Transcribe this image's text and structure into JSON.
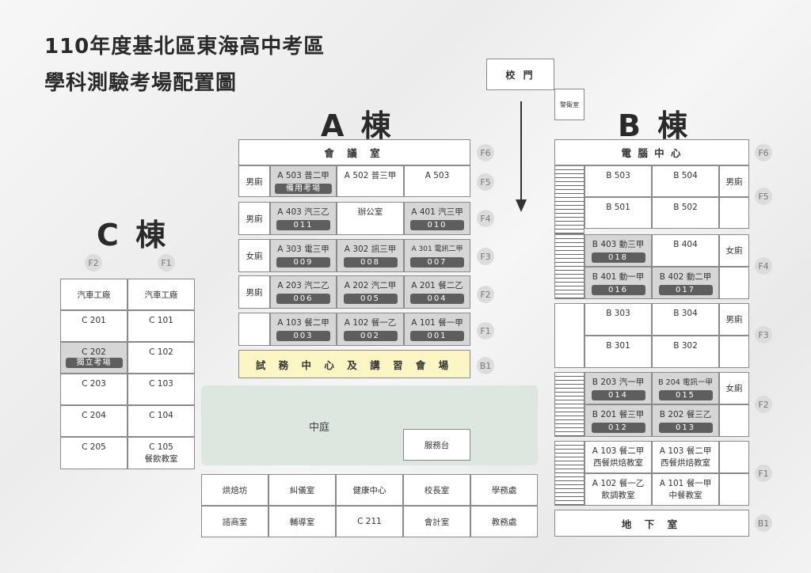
{
  "title": {
    "line1": "110年度基北區東海高中考區",
    "line2": "學科測驗考場配置圖"
  },
  "buildings": {
    "a": "A 棟",
    "b": "B 棟",
    "c": "C 棟"
  },
  "gate": {
    "label": "校 門",
    "guard": "警衛室"
  },
  "a": {
    "f6": "會 議 室",
    "f5": {
      "mw": "男廁",
      "r1": "A 503 普二甲",
      "r1_pill": "備用考場",
      "r2": "A 502 普三甲",
      "r3": "A 503"
    },
    "f4": {
      "mw": "男廁",
      "r1": "A 403 汽三乙",
      "r1_pill": "011",
      "r2": "辦公室",
      "r3": "A 401 汽三甲",
      "r3_pill": "010"
    },
    "f3": {
      "mw": "女廁",
      "r1": "A 303 電三甲",
      "r1_pill": "009",
      "r2": "A 302 訊三甲",
      "r2_pill": "008",
      "r3": "A 301 電訊二甲",
      "r3_pill": "007"
    },
    "f2": {
      "mw": "男廁",
      "r1": "A 203 汽二乙",
      "r1_pill": "006",
      "r2": "A 202 汽二甲",
      "r2_pill": "005",
      "r3": "A 201 餐二乙",
      "r3_pill": "004"
    },
    "f1": {
      "r1": "A 103 餐二甲",
      "r1_pill": "003",
      "r2": "A 102 餐一乙",
      "r2_pill": "002",
      "r3": "A 101 餐一甲",
      "r3_pill": "001"
    },
    "b1": "試 務 中 心 及 講 習 會 場"
  },
  "b": {
    "f6": "電 腦 中 心",
    "f5": {
      "r1": "B 503",
      "r2": "B 504",
      "r3": "B 501",
      "r4": "B 502",
      "mw": "男廁"
    },
    "f4": {
      "r1": "B 403 動三甲",
      "r1_pill": "018",
      "r2": "B 404",
      "r3": "B 401 動一甲",
      "r3_pill": "016",
      "r4": "B 402 動二甲",
      "r4_pill": "017",
      "mw": "女廁"
    },
    "f3": {
      "r1": "B 303",
      "r2": "B 304",
      "r3": "B 301",
      "r4": "B 302",
      "mw": "男廁"
    },
    "f2": {
      "r1": "B 203 汽一甲",
      "r1_pill": "014",
      "r2": "B 204 電訊一甲",
      "r2_pill": "015",
      "r3": "B 201 餐三甲",
      "r3_pill": "012",
      "r4": "B 202 餐三乙",
      "r4_pill": "013",
      "mw": "女廁"
    },
    "f1": {
      "r1a": "A 103 餐二甲",
      "r1b": "西餐烘焙教室",
      "r2a": "A 103 餐二甲",
      "r2b": "西餐烘焙教室",
      "r3a": "A 102 餐一乙",
      "r3b": "飲調教室",
      "r4a": "A 101 餐一甲",
      "r4b": "中餐教室"
    },
    "b1": "地 下 室"
  },
  "c": {
    "floors": [
      "F2",
      "F1"
    ],
    "rows": [
      [
        "汽車工廠",
        "汽車工廠"
      ],
      [
        "C 201",
        "C 101"
      ],
      [
        "C 202",
        "C 102"
      ],
      [
        "C 203",
        "C 103"
      ],
      [
        "C 204",
        "C 104"
      ],
      [
        "C 205",
        "C 105"
      ]
    ],
    "c202_pill": "獨立考場",
    "c105_sub": "餐飲教室"
  },
  "courtyard": {
    "label": "中庭",
    "service": "服務台"
  },
  "bottom": {
    "row1": [
      "烘焙坊",
      "糾儀室",
      "健康中心",
      "校長室",
      "學務處"
    ],
    "row2": [
      "諮商室",
      "輔導室",
      "C 211",
      "會計室",
      "教務處"
    ]
  },
  "floors": {
    "f6": "F6",
    "f5": "F5",
    "f4": "F4",
    "f3": "F3",
    "f2": "F2",
    "f1": "F1",
    "b1": "B1"
  }
}
